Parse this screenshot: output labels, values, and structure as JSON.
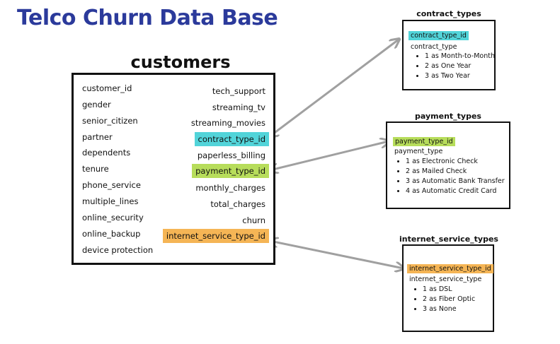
{
  "title": "Telco Churn Data Base",
  "colors": {
    "cyan": "#52d4d9",
    "green": "#b7dd5b",
    "orange": "#f5b555",
    "title": "#2b3a9b",
    "arrow": "#a0a0a0"
  },
  "customers": {
    "name": "customers",
    "left_fields": [
      "customer_id",
      "gender",
      "senior_citizen",
      "partner",
      "dependents",
      "tenure",
      "phone_service",
      "multiple_lines",
      "online_security",
      "online_backup",
      "device protection"
    ],
    "right_fields": [
      "tech_support",
      "streaming_tv",
      "streaming_movies",
      "contract_type_id",
      "paperless_billing",
      "payment_type_id",
      "monthly_charges",
      "total_charges",
      "churn",
      "internet_service_type_id"
    ]
  },
  "contract_types": {
    "name": "contract_types",
    "key": "contract_type_id",
    "field": "contract_type",
    "items": [
      "1 as Month-to-Month",
      "2 as One Year",
      "3 as Two Year"
    ]
  },
  "payment_types": {
    "name": "payment_types",
    "key": "payment_type_id",
    "field": "payment_type",
    "items": [
      "1 as Electronic Check",
      "2 as Mailed Check",
      "3 as Automatic Bank Transfer",
      "4 as Automatic Credit Card"
    ]
  },
  "internet_service_types": {
    "name": "internet_service_types",
    "key": "internet_service_type_id",
    "field": "internet_service_type",
    "items": [
      "1 as DSL",
      "2 as Fiber Optic",
      "3 as None"
    ]
  }
}
